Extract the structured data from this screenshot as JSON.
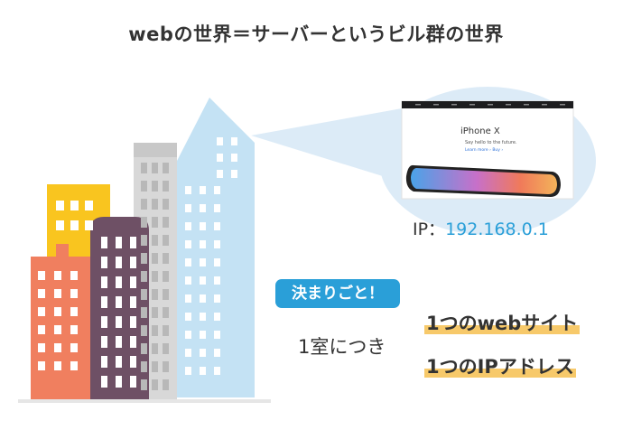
{
  "title": "webの世界＝サーバーというビル群の世界",
  "screen": {
    "product_title": "iPhone X",
    "subtitle": "Say hello to the future.",
    "links": "Learn more ›    Buy ›"
  },
  "ip": {
    "label": "IP：",
    "value": "192.168.0.1"
  },
  "rule_badge": "決まりごと！",
  "per_room": "1室につき",
  "rules": [
    "1つのwebサイト",
    "1つのIPアドレス"
  ],
  "colors": {
    "blue_accent": "#2a9fd8",
    "highlight": "#f7c96a",
    "building_blue": "#c4e2f4",
    "building_gray": "#d8d8d8",
    "building_purple": "#6e5065",
    "building_orange": "#f07f5f",
    "building_yellow": "#f9c51f"
  }
}
